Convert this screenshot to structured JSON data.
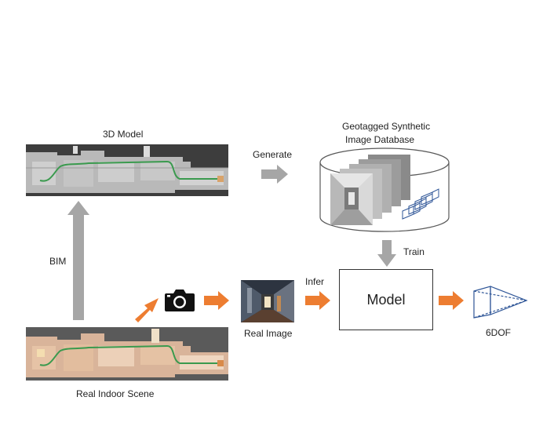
{
  "labels": {
    "model_3d": "3D Model",
    "database_line1": "Geotagged Synthetic",
    "database_line2": "Image Database",
    "generate": "Generate",
    "bim": "BIM",
    "train": "Train",
    "infer": "Infer",
    "model": "Model",
    "real_image": "Real Image",
    "real_indoor_scene": "Real Indoor Scene",
    "sixdof": "6DOF"
  },
  "colors": {
    "gray_arrow": "#a6a6a6",
    "orange_arrow": "#ed7d31",
    "frustum_blue": "#2e5597",
    "trajectory_green": "#3a9a4e"
  },
  "icons": [
    "camera-icon",
    "frustum-icon",
    "database-cylinder-icon"
  ]
}
